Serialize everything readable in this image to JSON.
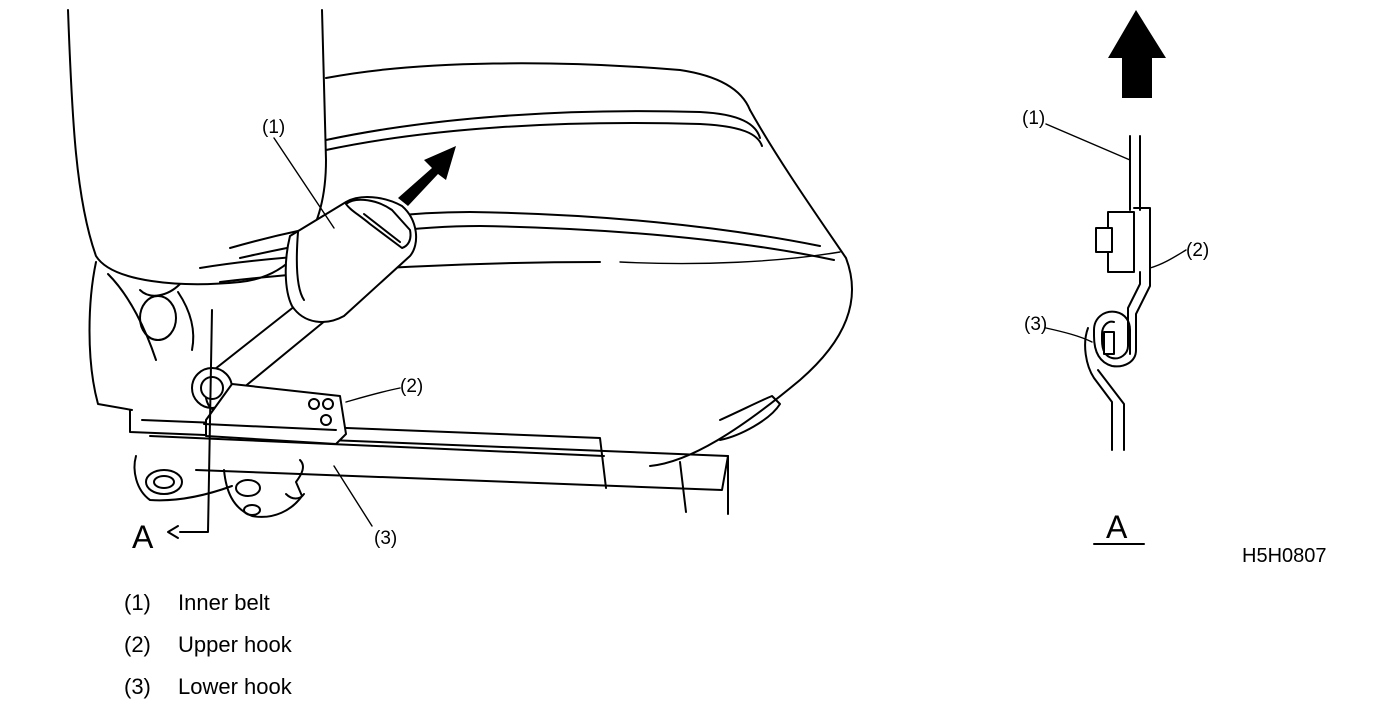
{
  "callouts": {
    "one": "(1)",
    "two": "(2)",
    "three": "(3)"
  },
  "view_letter": "A",
  "figure_code": "H5H0807",
  "legend": [
    {
      "num": "(1)",
      "text": "Inner belt"
    },
    {
      "num": "(2)",
      "text": "Upper hook"
    },
    {
      "num": "(3)",
      "text": "Lower hook"
    }
  ]
}
